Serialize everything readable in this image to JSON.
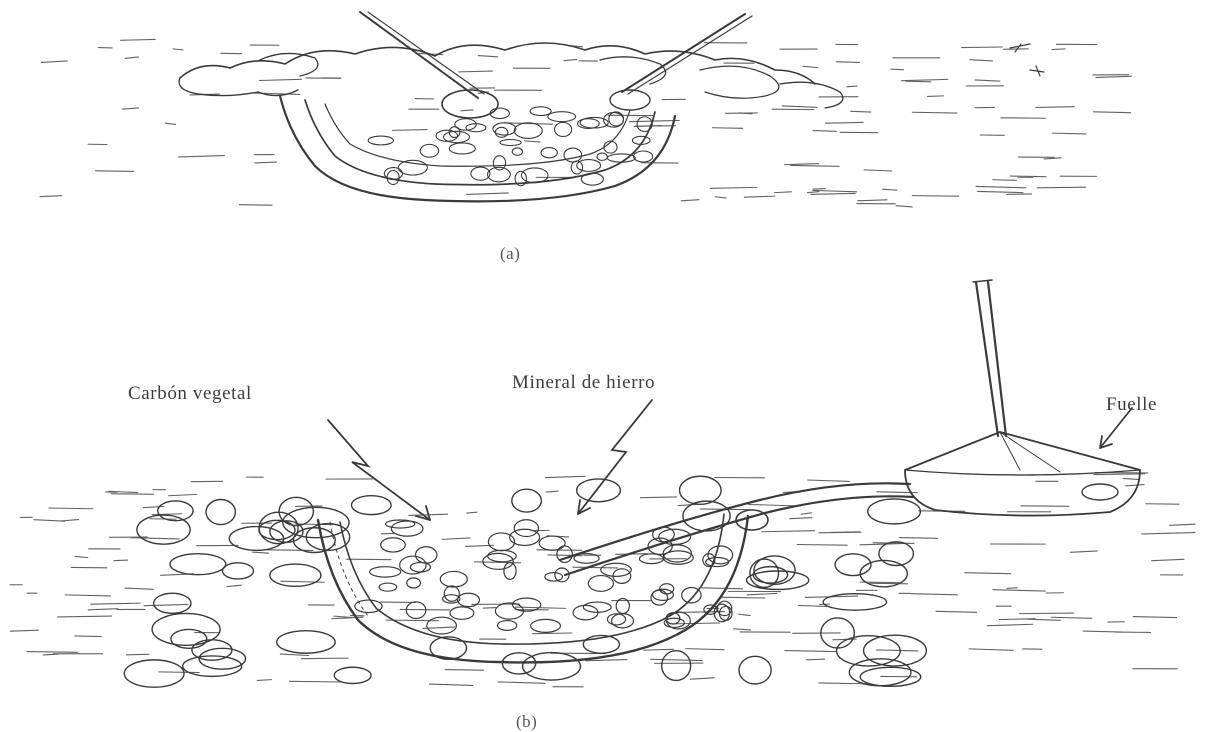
{
  "panels": [
    {
      "caption": "(a)"
    },
    {
      "caption": "(b)"
    }
  ],
  "labels": {
    "charcoal": "Carbón vegetal",
    "iron_ore": "Mineral de hierro",
    "bellows": "Fuelle"
  },
  "colors": {
    "ink": "#3a3a3a",
    "background": "#ffffff"
  }
}
